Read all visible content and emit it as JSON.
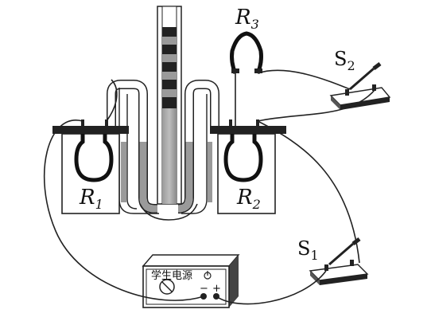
{
  "labels": {
    "r1": {
      "main": "R",
      "sub": "1"
    },
    "r2": {
      "main": "R",
      "sub": "2"
    },
    "r3": {
      "main": "R",
      "sub": "3"
    },
    "s1": {
      "main": "S",
      "sub": "1"
    },
    "s2": {
      "main": "S",
      "sub": "2"
    }
  },
  "power_supply": {
    "title": "学生电源",
    "minus": "−",
    "plus": "+"
  }
}
